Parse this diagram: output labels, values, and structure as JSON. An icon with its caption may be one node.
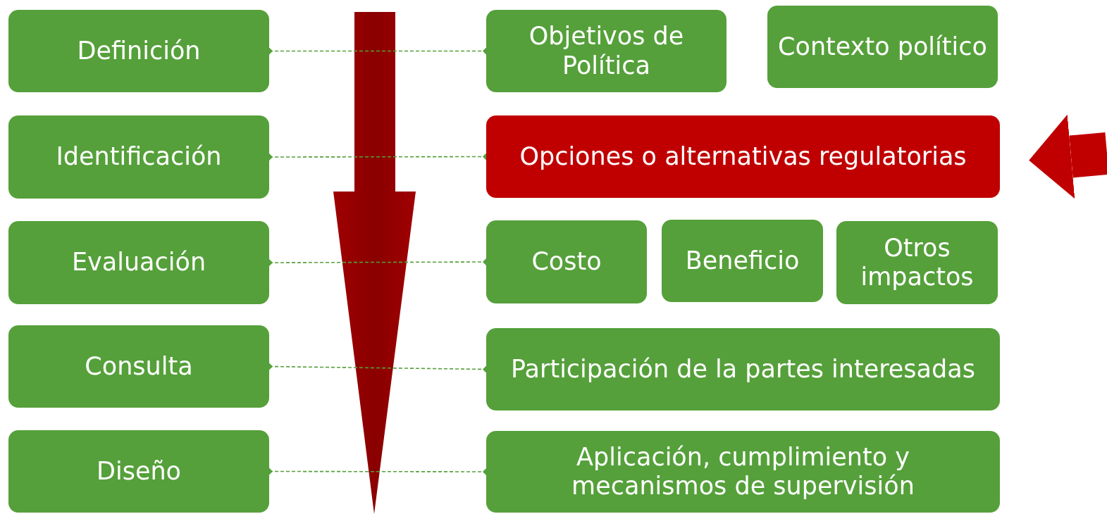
{
  "diagram": {
    "nodes": [
      {
        "text": [
          "Definición"
        ]
      },
      {
        "text": [
          "Objetivos de Política"
        ]
      },
      {
        "text": [
          "Contexto político"
        ]
      },
      {
        "text": [
          "Identificación"
        ]
      },
      {
        "text": [
          "Opciones o alternativas regulatorias"
        ]
      },
      {
        "text": [
          "Evaluación"
        ]
      },
      {
        "text": [
          "Costo"
        ]
      },
      {
        "text": [
          "Beneficio"
        ]
      },
      {
        "text": [
          "Otros impactos"
        ]
      },
      {
        "text": [
          "Consulta"
        ]
      },
      {
        "text": [
          "Participación de la partes interesadas"
        ]
      },
      {
        "text": [
          "Diseño"
        ]
      },
      {
        "text": [
          "Aplicación, cumplimiento y mecanismos de supervisión"
        ]
      }
    ],
    "edges": [
      {
        "from": 0,
        "to": 1,
        "arrow": "other",
        "style": "dashed"
      },
      {
        "from": 3,
        "to": 4,
        "arrow": "other",
        "style": "dashed"
      },
      {
        "from": 5,
        "to": 6,
        "arrow": "other",
        "style": "dashed"
      },
      {
        "from": 9,
        "to": 10,
        "arrow": "other",
        "style": "dashed"
      },
      {
        "from": 11,
        "to": 12,
        "arrow": "other",
        "style": "dashed"
      },
      {
        "from": null,
        "to": 4,
        "arrow": "to",
        "style": "thick",
        "color": "#c00000"
      }
    ]
  }
}
